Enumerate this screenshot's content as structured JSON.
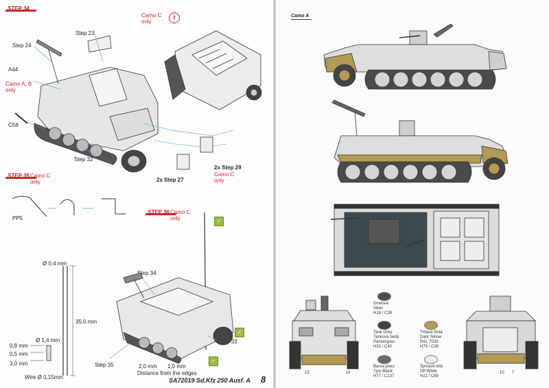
{
  "left_page": {
    "step34": {
      "badge": "STEP 34",
      "camo_c_only": "Camo C only",
      "callouts": {
        "step23": "Step 23",
        "step24": "Step 24",
        "a44": "A44",
        "camo_ab_only": "Camo A, B only",
        "c58": "C58",
        "step32": "Step 32",
        "step27": "2x Step 27",
        "step29": "2x Step 29",
        "camo_c_only_2": "Camo C only"
      }
    },
    "step35": {
      "badge": "STEP 35",
      "camo_c_only": "Camo C only",
      "part": "PP5"
    },
    "step36": {
      "badge": "STEP 36",
      "camo_c_only": "Camo C only",
      "dims": {
        "diam_04": "Ø 0,4 mm",
        "len_35": "35,0 mm",
        "diam_14": "Ø 1,4 mm",
        "d08": "0,8 mm",
        "d05": "0,5 mm",
        "d30": "3,0 mm",
        "wire": "Wire Ø 0,15mm",
        "d20": "2,0 mm",
        "d10": "1,0 mm",
        "edges": "Distance from the edges"
      },
      "callouts": {
        "step34": "Step 34",
        "step33": "Step 33",
        "step35": "Step 35"
      }
    }
  },
  "right_page": {
    "camo_label": "Camo A",
    "paints": [
      {
        "name": "Ocelová\nSteel\nH18 / C28",
        "color": "#4a4d52"
      },
      {
        "name": "Tank Grey\nTanková šedá\nPanzergrau\nH32 / C40",
        "color": "#3a4347"
      },
      {
        "name": "Tmavá žlutá\nDark Yellow\nRAL 7028\nH79 / C39",
        "color": "#b39a55"
      },
      {
        "name": "Barva pneu\nTyre Black\nH77 / C137",
        "color": "#6a6a6a"
      },
      {
        "name": "Špinavě bílá\nOff White\nH21 / C69",
        "color": "#ececec"
      }
    ],
    "front_numbers": [
      "13",
      "16"
    ],
    "rear_numbers": [
      "10",
      "7"
    ]
  },
  "footer": {
    "code": "SA72019 Sd.Kfz 250 Ausf. A",
    "page_number": "8"
  }
}
